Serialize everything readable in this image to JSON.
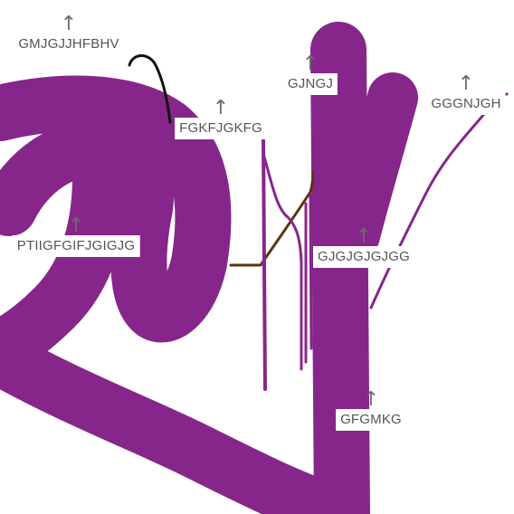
{
  "colors": {
    "stroke_main": "#86268a",
    "stroke_black": "#111111",
    "stroke_brown": "#5a3412",
    "label_text": "#555555",
    "arrow": "#6b6b6b",
    "background": "#ffffff"
  },
  "labels": [
    {
      "text": "GMJGJJHFBHV",
      "icon": "arrow-up-icon"
    },
    {
      "text": "GJNGJ",
      "icon": "arrow-up-icon"
    },
    {
      "text": "GGGNJGH",
      "icon": "arrow-up-icon"
    },
    {
      "text": "FGKFJGKFG",
      "icon": "arrow-up-icon"
    },
    {
      "text": "PTIIGFGIFJGIGJG",
      "icon": "arrow-up-icon"
    },
    {
      "text": "GJGJGJGJGG",
      "icon": "arrow-up-icon"
    },
    {
      "text": "GFGMKG",
      "icon": "arrow-up-icon"
    }
  ]
}
